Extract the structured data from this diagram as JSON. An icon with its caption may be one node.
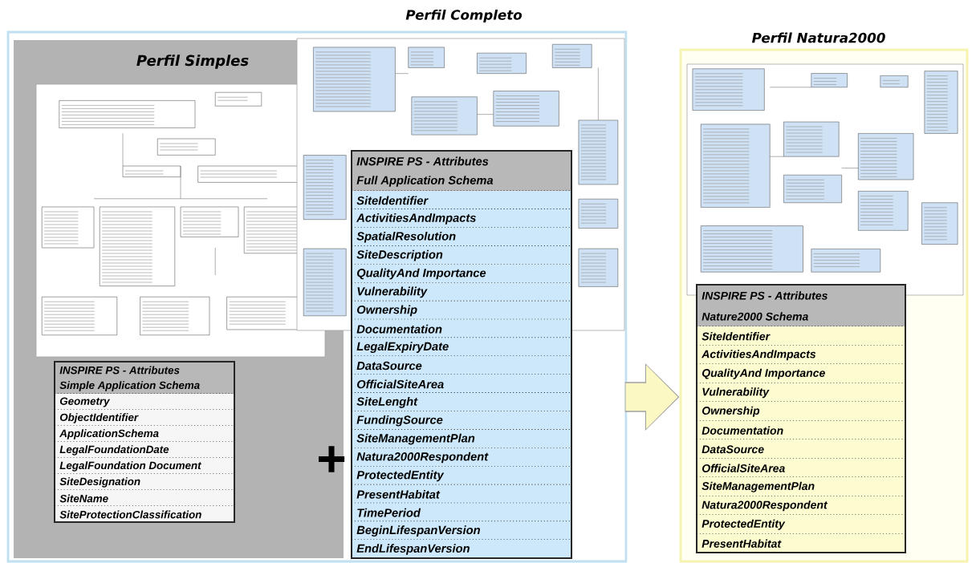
{
  "diagram": {
    "nodes": [
      {
        "text": [
          "Perfil Completo"
        ]
      },
      {
        "text": [
          "Perfil Simples"
        ],
        "in": 0
      },
      {
        "text": [
          "INSPIRE PS - Attributes",
          "Simple Application Schema",
          "Geometry",
          "ObjectIdentifier",
          "ApplicationSchema",
          "LegalFoundationDate",
          "LegalFoundation Document",
          "SiteDesignation",
          "SiteName",
          "SiteProtectionClassification"
        ],
        "in": 1
      },
      {
        "text": [
          "INSPIRE PS - Attributes",
          "Full Application Schema",
          "SiteIdentifier",
          "ActivitiesAndImpacts",
          "SpatialResolution",
          "SiteDescription",
          "QualityAnd Importance",
          "Vulnerability",
          "Ownership",
          "Documentation",
          "LegalExpiryDate",
          "DataSource",
          "OfficialSiteArea",
          "SiteLenght",
          "FundingSource",
          "SiteManagementPlan",
          "Natura2000Respondent",
          "ProtectedEntity",
          "PresentHabitat",
          "TimePeriod",
          "BeginLifespanVersion",
          "EndLifespanVersion"
        ],
        "in": 0
      },
      {
        "text": [
          "Perfil Natura2000"
        ]
      },
      {
        "text": [
          "INSPIRE PS - Attributes",
          "Nature2000 Schema",
          "SiteIdentifier",
          "ActivitiesAndImpacts",
          "QualityAnd Importance",
          "Vulnerability",
          "Ownership",
          "Documentation",
          "DataSource",
          "OfficialSiteArea",
          "SiteManagementPlan",
          "Natura2000Respondent",
          "ProtectedEntity",
          "PresentHabitat"
        ],
        "in": 4
      }
    ],
    "edges": [
      {
        "from": 0,
        "to": 4,
        "arrow": "to"
      }
    ],
    "labels": [
      "+"
    ]
  }
}
